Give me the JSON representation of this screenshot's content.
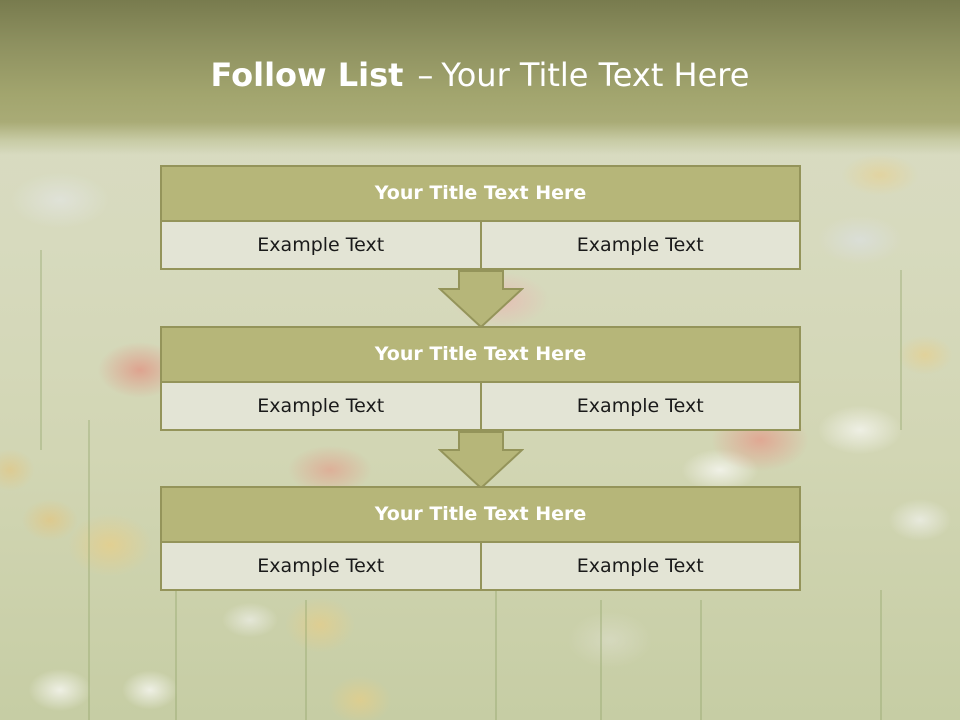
{
  "slide": {
    "title_bold": "Follow List",
    "title_separator": "–",
    "title_rest": "Your Title Text Here"
  },
  "blocks": [
    {
      "title": "Your Title Text Here",
      "cells": [
        "Example Text",
        "Example Text"
      ]
    },
    {
      "title": "Your Title Text Here",
      "cells": [
        "Example Text",
        "Example Text"
      ]
    },
    {
      "title": "Your Title Text Here",
      "cells": [
        "Example Text",
        "Example Text"
      ]
    }
  ],
  "theme": {
    "title_band": "#8e9160",
    "header_fill": "#b6b679",
    "border": "#94945a",
    "cell_fill": "#e3e4d5",
    "title_text": "#ffffff",
    "cell_text": "#1a1a1a"
  },
  "icons": [
    "down-arrow-icon",
    "down-arrow-icon"
  ]
}
